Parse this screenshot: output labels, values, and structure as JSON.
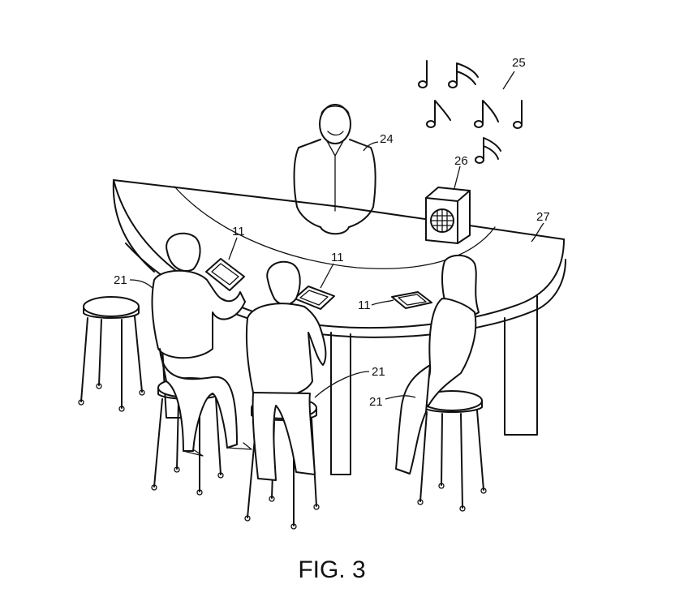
{
  "figure": {
    "caption": "FIG. 3",
    "reference_numerals": {
      "device_1": "11",
      "device_2": "11",
      "device_3": "11",
      "patron_1": "21",
      "patron_2": "21",
      "patron_3": "21",
      "attendant": "24",
      "music": "25",
      "speaker": "26",
      "counter": "27"
    }
  }
}
